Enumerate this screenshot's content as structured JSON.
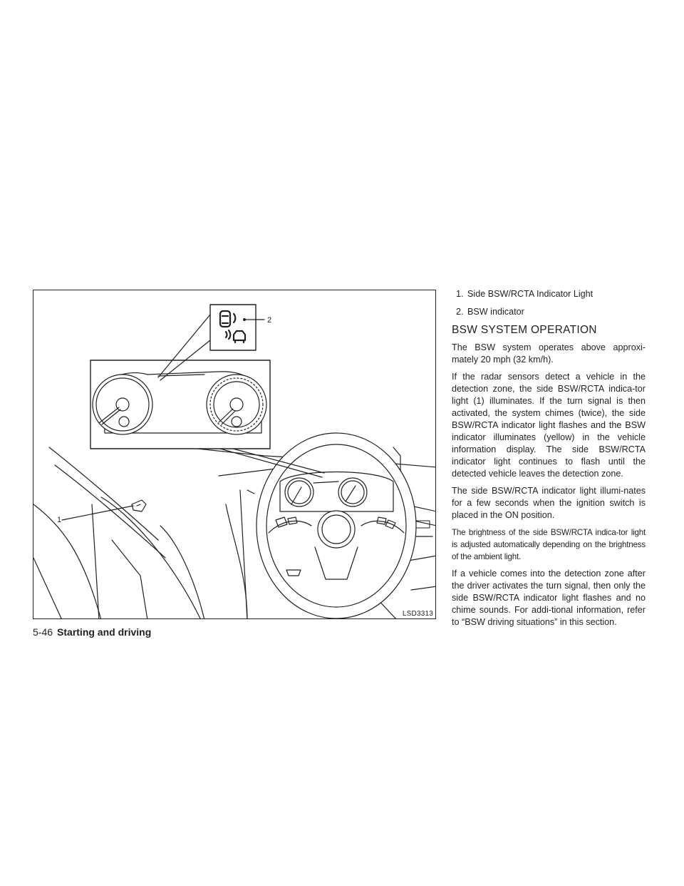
{
  "figure": {
    "code": "LSD3313",
    "callout_1": "1",
    "callout_2": "2"
  },
  "legend": [
    {
      "num": "1.",
      "label": "Side BSW/RCTA Indicator Light"
    },
    {
      "num": "2.",
      "label": "BSW indicator"
    }
  ],
  "heading": "BSW SYSTEM OPERATION",
  "paragraphs": [
    "The BSW system operates above approxi-mately 20 mph (32 km/h).",
    "If the radar sensors detect a vehicle in the detection zone, the side BSW/RCTA indica-tor light (1) illuminates. If the turn signal is then activated, the system chimes (twice), the side BSW/RCTA indicator light flashes and the BSW indicator illuminates (yellow) in the vehicle information display. The side BSW/RCTA indicator light continues to flash until the detected vehicle leaves the detection zone.",
    "The side BSW/RCTA indicator light illumi-nates for a few seconds when the ignition switch is placed in the ON position.",
    "The brightness of the side BSW/RCTA indica-tor light is adjusted automatically depending on the brightness of the ambient light.",
    "If a vehicle comes into the detection zone after the driver activates the turn signal, then only the side BSW/RCTA indicator light flashes and no chime sounds. For addi-tional information, refer to “BSW driving situations” in this section."
  ],
  "footer": {
    "page": "5-46",
    "section": "Starting and driving"
  },
  "icons": [
    "bsw-car-indicator-icon",
    "car-radar-waves-icon",
    "steering-wheel-illustration",
    "instrument-cluster-illustration"
  ]
}
